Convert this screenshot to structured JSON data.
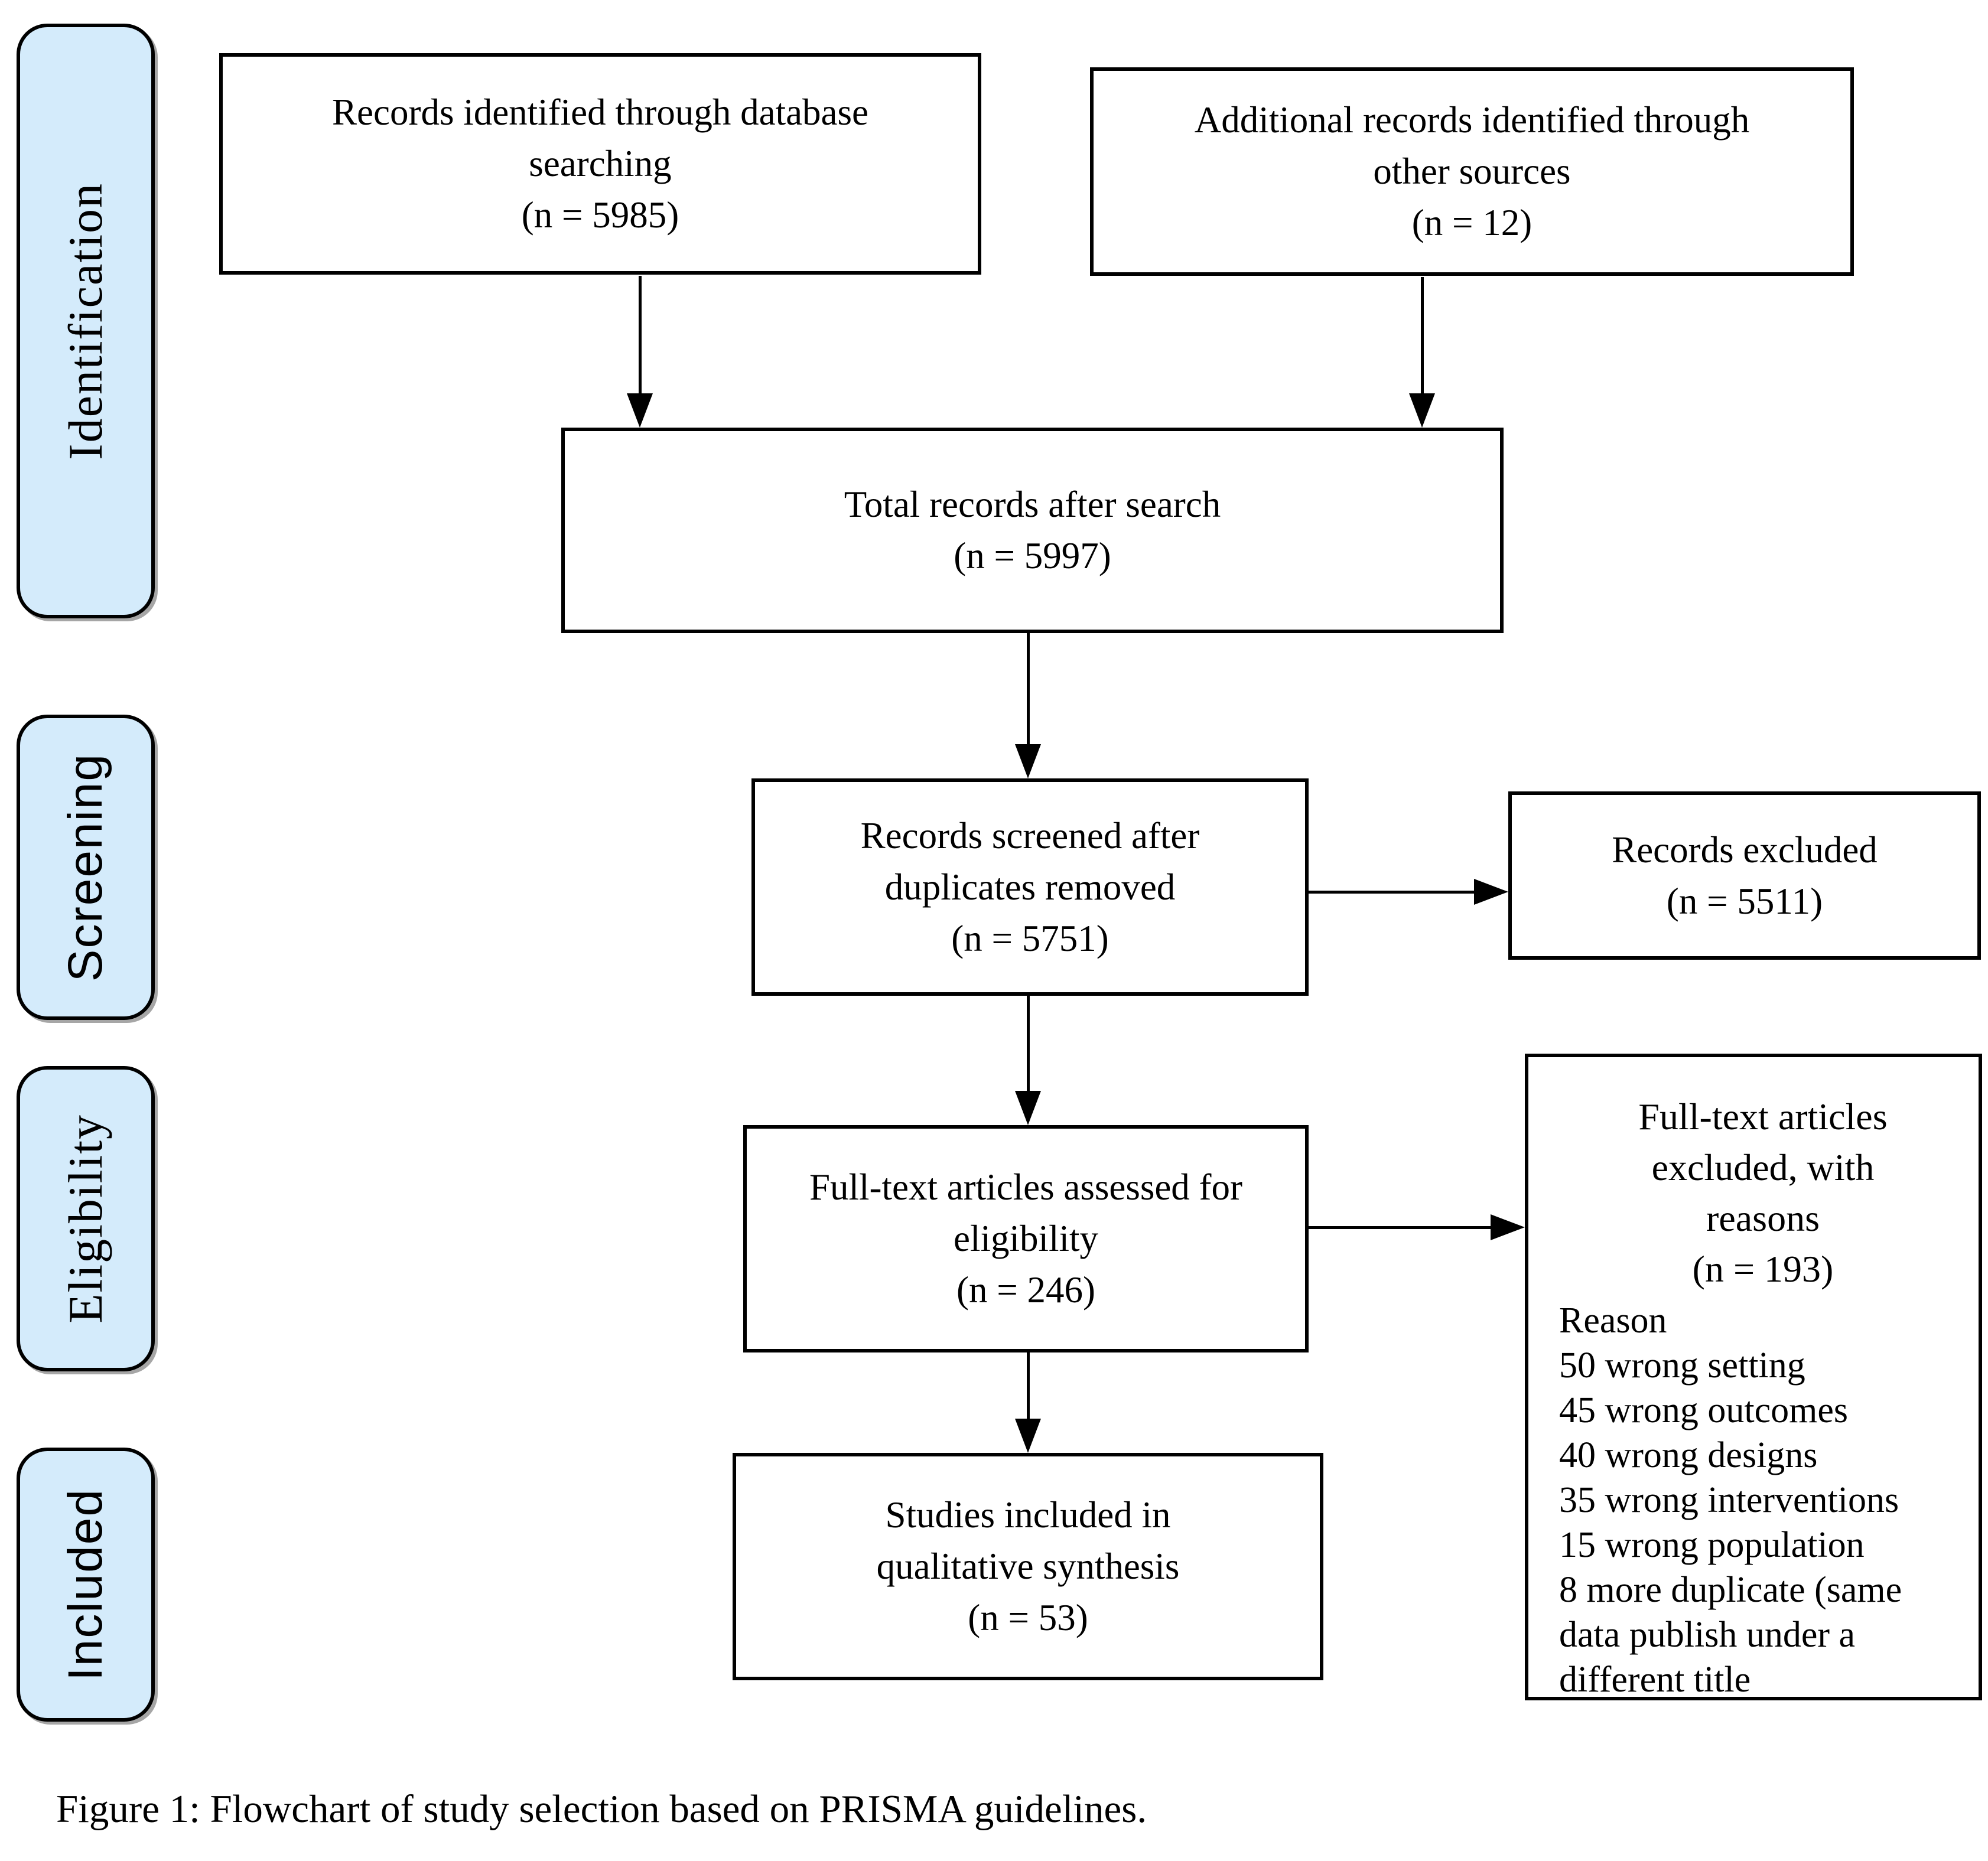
{
  "figure": {
    "caption": "Figure 1: Flowchart of study selection based on PRISMA guidelines."
  },
  "sidebar": {
    "stages": [
      {
        "label": "Identification"
      },
      {
        "label": "Screening"
      },
      {
        "label": "Eligibility"
      },
      {
        "label": "Included"
      }
    ]
  },
  "flow": {
    "identified": {
      "line1": "Records identified through database",
      "line2": "searching",
      "n": "(n = 5985)"
    },
    "additional": {
      "line1": "Additional records identified through",
      "line2": "other sources",
      "n": "(n = 12)"
    },
    "total": {
      "line1": "Total records after search",
      "n": "(n = 5997)"
    },
    "screened": {
      "line1": "Records screened after",
      "line2": "duplicates removed",
      "n": "(n = 5751)"
    },
    "excluded": {
      "line1": "Records excluded",
      "n": "(n = 5511)"
    },
    "fulltext": {
      "line1": "Full-text articles assessed for",
      "line2": "eligibility",
      "n": "(n = 246)"
    },
    "fulltext_excluded": {
      "line1": "Full-text articles",
      "line2": "excluded, with",
      "line3": "reasons",
      "n": "(n = 193)",
      "reasons_header": "Reason",
      "reasons": [
        "50 wrong setting",
        "45 wrong outcomes",
        "40 wrong designs",
        "35 wrong interventions",
        "15 wrong population",
        "8 more duplicate (same data publish under a different title"
      ]
    },
    "included": {
      "line1": "Studies included in",
      "line2": "qualitative synthesis",
      "n": "(n = 53)"
    }
  },
  "colors": {
    "stage_fill": "#d4ebfb",
    "line": "#000000",
    "background": "#ffffff"
  }
}
